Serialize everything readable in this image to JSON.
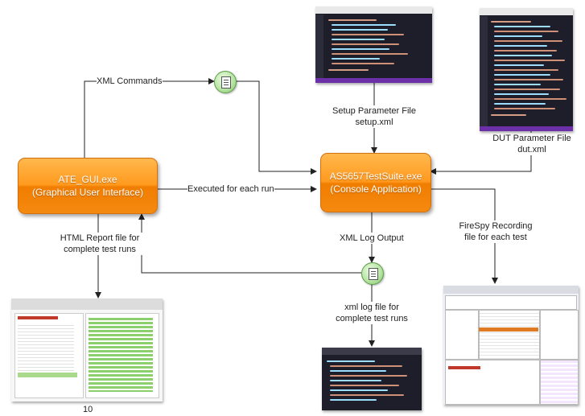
{
  "nodes": {
    "ate_gui": {
      "name": "ATE_GUI.exe",
      "subtitle": "(Graphical User Interface)"
    },
    "testsuite": {
      "name": "AS5657TestSuite.exe",
      "subtitle": "(Console Application)"
    }
  },
  "labels": {
    "xml_commands": "XML Commands",
    "executed": "Executed for each run",
    "setup_line1": "Setup Parameter File",
    "setup_line2": "setup.xml",
    "dut_line1": "DUT Parameter File",
    "dut_line2": "dut.xml",
    "html_line1": "HTML Report file for",
    "html_line2": "complete test runs",
    "xml_log_output": "XML Log Output",
    "xmllog_line1": "xml log file for",
    "xmllog_line2": "complete test runs",
    "firespy_line1": "FireSpy Recording",
    "firespy_line2": "file for each test"
  },
  "page_number": "10",
  "colors": {
    "node_fill": "#ff9a1f",
    "node_border": "#d2700f",
    "connector": "#222222",
    "xml_icon": "#b9e6a6"
  },
  "icons": [
    "xml-document-icon"
  ]
}
